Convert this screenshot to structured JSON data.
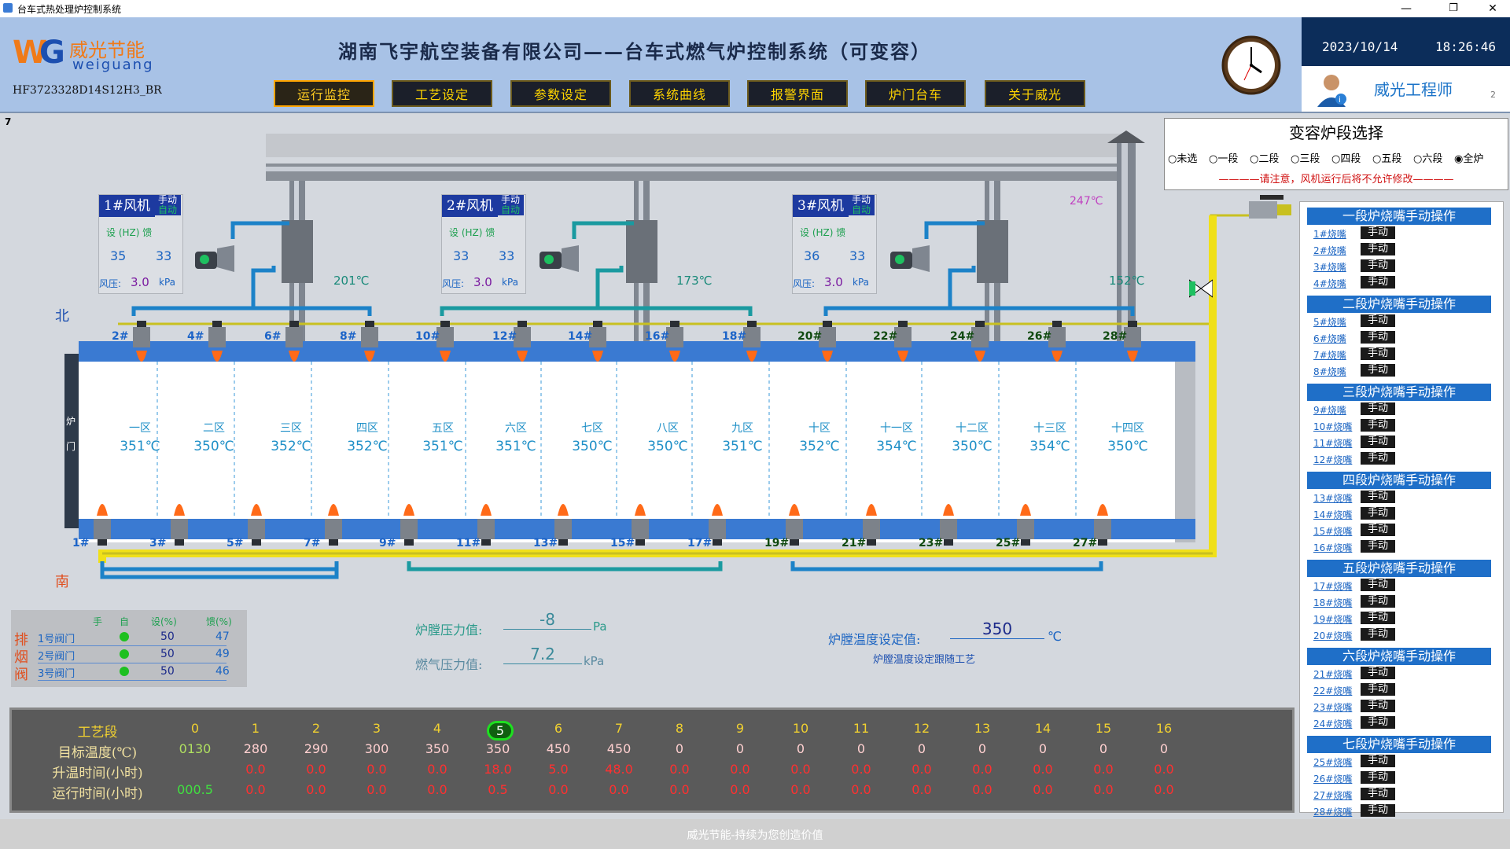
{
  "window": {
    "title": "台车式热处理炉控制系统"
  },
  "header": {
    "logo_cn": "威光节能",
    "logo_en": "weiguang",
    "model": "HF3723328D14S12H3_BR",
    "title": "湖南飞宇航空装备有限公司——台车式燃气炉控制系统（可变容）",
    "date": "2023/10/14",
    "time": "18:26:46",
    "user": "威光工程师",
    "user_num": "2",
    "nav": [
      "运行监控",
      "工艺设定",
      "参数设定",
      "系统曲线",
      "报警界面",
      "炉门台车",
      "关于威光"
    ]
  },
  "misc": {
    "corner": "7",
    "north": "北",
    "south": "南",
    "door": "炉门",
    "chimney_temp": "247℃"
  },
  "fans": [
    {
      "label": "1#风机",
      "mode_manual": "手动",
      "mode_auto": "自动",
      "hdr": "设 (HZ) 馈",
      "set": "35",
      "fb": "33",
      "press_label": "风压:",
      "press": "3.0",
      "press_unit": "kPa",
      "temp": "201℃"
    },
    {
      "label": "2#风机",
      "mode_manual": "手动",
      "mode_auto": "自动",
      "hdr": "设 (HZ) 馈",
      "set": "33",
      "fb": "33",
      "press_label": "风压:",
      "press": "3.0",
      "press_unit": "kPa",
      "temp": "173℃"
    },
    {
      "label": "3#风机",
      "mode_manual": "手动",
      "mode_auto": "自动",
      "hdr": "设 (HZ) 馈",
      "set": "36",
      "fb": "33",
      "press_label": "风压:",
      "press": "3.0",
      "press_unit": "kPa",
      "temp": "152℃"
    }
  ],
  "zones": [
    {
      "name": "一区",
      "temp": "351℃"
    },
    {
      "name": "二区",
      "temp": "350℃"
    },
    {
      "name": "三区",
      "temp": "352℃"
    },
    {
      "name": "四区",
      "temp": "352℃"
    },
    {
      "name": "五区",
      "temp": "351℃"
    },
    {
      "name": "六区",
      "temp": "351℃"
    },
    {
      "name": "七区",
      "temp": "350℃"
    },
    {
      "name": "八区",
      "temp": "350℃"
    },
    {
      "name": "九区",
      "temp": "351℃"
    },
    {
      "name": "十区",
      "temp": "352℃"
    },
    {
      "name": "十一区",
      "temp": "354℃"
    },
    {
      "name": "十二区",
      "temp": "350℃"
    },
    {
      "name": "十三区",
      "temp": "354℃"
    },
    {
      "name": "十四区",
      "temp": "350℃"
    }
  ],
  "burners_top": [
    "2#",
    "4#",
    "6#",
    "8#",
    "10#",
    "12#",
    "14#",
    "16#",
    "18#",
    "20#",
    "22#",
    "24#",
    "26#",
    "28#"
  ],
  "burners_bottom": [
    "1#",
    "3#",
    "5#",
    "7#",
    "9#",
    "11#",
    "13#",
    "15#",
    "17#",
    "19#",
    "21#",
    "23#",
    "25#",
    "27#"
  ],
  "segment_select": {
    "title": "变容炉段选择",
    "options": [
      "未选",
      "一段",
      "二段",
      "三段",
      "四段",
      "五段",
      "六段",
      "全炉"
    ],
    "selected": "全炉",
    "warning": "————请注意，风机运行后将不允许修改————"
  },
  "manual_ops": {
    "button": "手动",
    "sections": [
      {
        "title": "一段炉烧嘴手动操作",
        "burners": [
          "1#烧嘴",
          "2#烧嘴",
          "3#烧嘴",
          "4#烧嘴"
        ]
      },
      {
        "title": "二段炉烧嘴手动操作",
        "burners": [
          "5#烧嘴",
          "6#烧嘴",
          "7#烧嘴",
          "8#烧嘴"
        ]
      },
      {
        "title": "三段炉烧嘴手动操作",
        "burners": [
          "9#烧嘴",
          "10#烧嘴",
          "11#烧嘴",
          "12#烧嘴"
        ]
      },
      {
        "title": "四段炉烧嘴手动操作",
        "burners": [
          "13#烧嘴",
          "14#烧嘴",
          "15#烧嘴",
          "16#烧嘴"
        ]
      },
      {
        "title": "五段炉烧嘴手动操作",
        "burners": [
          "17#烧嘴",
          "18#烧嘴",
          "19#烧嘴",
          "20#烧嘴"
        ]
      },
      {
        "title": "六段炉烧嘴手动操作",
        "burners": [
          "21#烧嘴",
          "22#烧嘴",
          "23#烧嘴",
          "24#烧嘴"
        ]
      },
      {
        "title": "七段炉烧嘴手动操作",
        "burners": [
          "25#烧嘴",
          "26#烧嘴",
          "27#烧嘴",
          "28#烧嘴"
        ]
      }
    ]
  },
  "exhaust": {
    "side_label": "排烟阀",
    "hdr": {
      "manual": "手",
      "auto": "自",
      "set": "设(%)",
      "fb": "馈(%)"
    },
    "valves": [
      {
        "name": "1号阀门",
        "set": "50",
        "fb": "47"
      },
      {
        "name": "2号阀门",
        "set": "50",
        "fb": "49"
      },
      {
        "name": "3号阀门",
        "set": "50",
        "fb": "46"
      }
    ]
  },
  "pressures": {
    "chamber_label": "炉膛压力值:",
    "chamber_value": "-8",
    "chamber_unit": "Pa",
    "gas_label": "燃气压力值:",
    "gas_value": "7.2",
    "gas_unit": "kPa"
  },
  "setpoint": {
    "label": "炉膛温度设定值:",
    "value": "350",
    "unit": "℃",
    "note": "炉膛温度设定跟随工艺"
  },
  "process": {
    "row_labels": [
      "工艺段",
      "目标温度(℃)",
      "升温时间(小时)",
      "运行时间(小时)"
    ],
    "segments": [
      "0",
      "1",
      "2",
      "3",
      "4",
      "5",
      "6",
      "7",
      "8",
      "9",
      "10",
      "11",
      "12",
      "13",
      "14",
      "15",
      "16"
    ],
    "current": "5",
    "target": [
      "0130",
      "280",
      "290",
      "300",
      "350",
      "350",
      "450",
      "450",
      "0",
      "0",
      "0",
      "0",
      "0",
      "0",
      "0",
      "0",
      "0"
    ],
    "ramp": [
      "",
      "0.0",
      "0.0",
      "0.0",
      "0.0",
      "18.0",
      "5.0",
      "48.0",
      "0.0",
      "0.0",
      "0.0",
      "0.0",
      "0.0",
      "0.0",
      "0.0",
      "0.0",
      "0.0"
    ],
    "run": [
      "000.5",
      "0.0",
      "0.0",
      "0.0",
      "0.0",
      "0.5",
      "0.0",
      "0.0",
      "0.0",
      "0.0",
      "0.0",
      "0.0",
      "0.0",
      "0.0",
      "0.0",
      "0.0",
      "0.0"
    ]
  },
  "footer": {
    "slogan": "威光节能-持续为您创造价值"
  }
}
